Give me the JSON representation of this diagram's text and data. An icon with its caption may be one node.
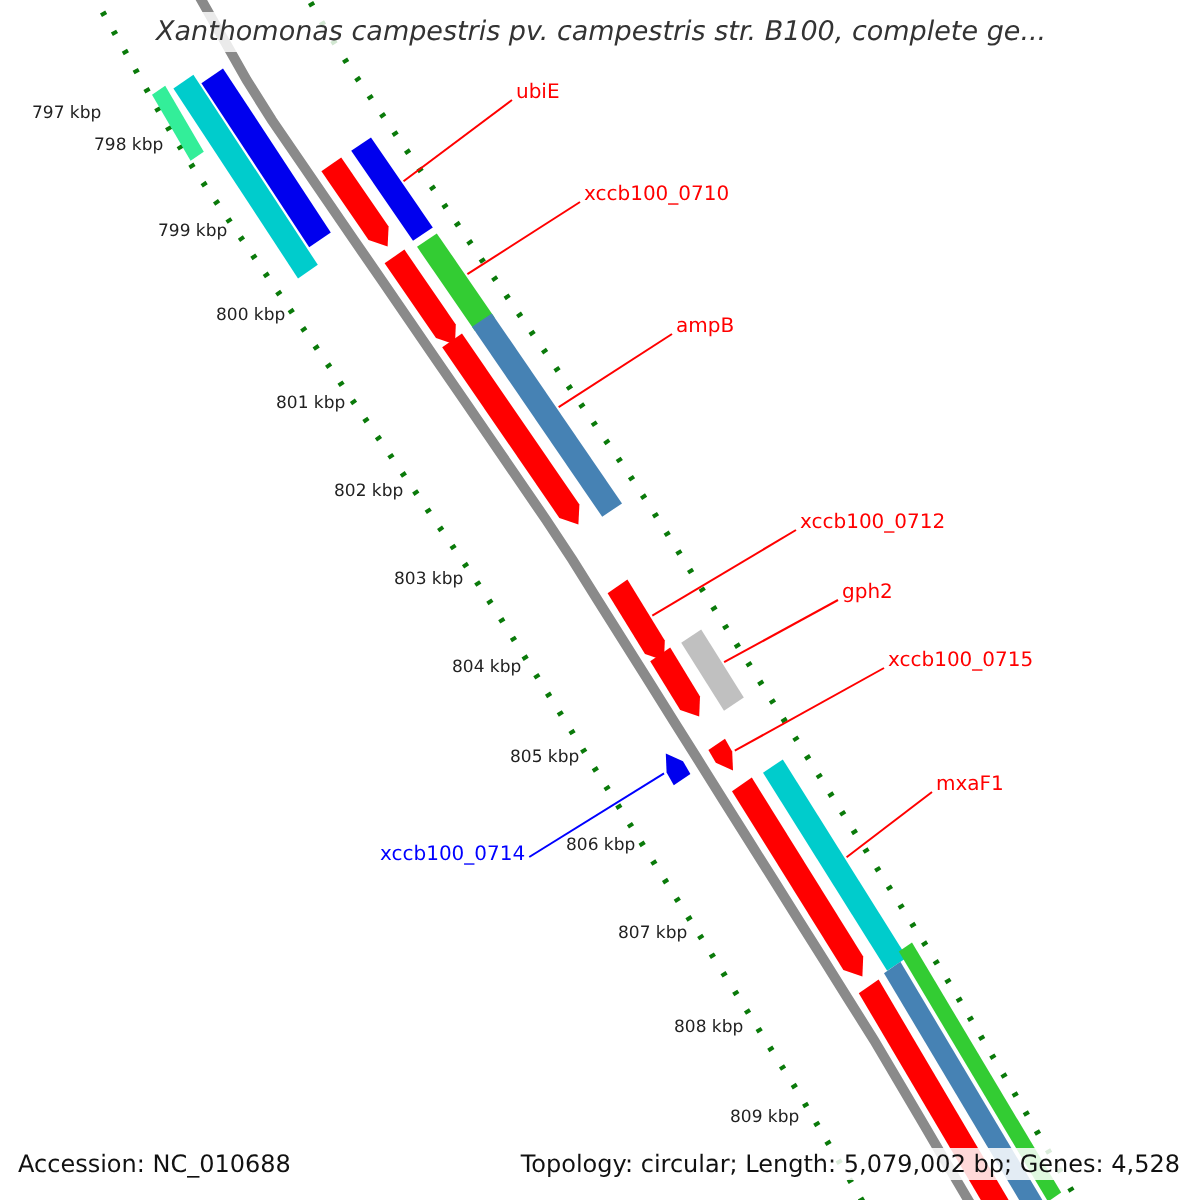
{
  "diagram": {
    "title": "Xanthomonas campestris pv. campestris str. B100, complete ge...",
    "nodes": [
      {
        "text": [
          "ubiE"
        ]
      },
      {
        "text": [
          "xccb100_0710"
        ]
      },
      {
        "text": [
          "ampB"
        ]
      },
      {
        "text": [
          "xccb100_0712"
        ]
      },
      {
        "text": [
          "gph2"
        ]
      },
      {
        "text": [
          "xccb100_0715"
        ]
      },
      {
        "text": [
          "mxaF1"
        ]
      },
      {
        "text": [
          "xccb100_0714"
        ]
      },
      {
        "text": [],
        "shape": "bar"
      },
      {
        "text": [],
        "shape": "bar"
      },
      {
        "text": [],
        "shape": "bar"
      },
      {
        "text": [],
        "shape": "bar"
      },
      {
        "text": [],
        "shape": "bar"
      },
      {
        "text": [],
        "shape": "bar"
      },
      {
        "text": [],
        "shape": "bar"
      },
      {
        "text": [],
        "shape": "bar"
      },
      {
        "text": [],
        "shape": "bar"
      },
      {
        "text": [],
        "shape": "bar"
      },
      {
        "text": [],
        "shape": "bar"
      },
      {
        "text": [],
        "shape": "bar"
      },
      {
        "text": [],
        "shape": "bar"
      },
      {
        "text": [],
        "shape": "bar"
      },
      {
        "text": [],
        "shape": "bar"
      },
      {
        "text": [],
        "shape": "bar"
      },
      {
        "text": [],
        "shape": "bar"
      },
      {
        "text": [],
        "shape": "bar"
      },
      {
        "text": [],
        "shape": "bar"
      }
    ],
    "edges": [
      {
        "from": 0,
        "to": 8,
        "arrow": "none"
      },
      {
        "from": 1,
        "to": 9,
        "arrow": "none"
      },
      {
        "from": 2,
        "to": 10,
        "arrow": "none"
      },
      {
        "from": 3,
        "to": 11,
        "arrow": "none"
      },
      {
        "from": 4,
        "to": 12,
        "arrow": "none"
      },
      {
        "from": 5,
        "to": 13,
        "arrow": "none"
      },
      {
        "from": 6,
        "to": 14,
        "arrow": "none"
      },
      {
        "from": 7,
        "to": 15,
        "arrow": "none",
        "color": "#0000ff"
      }
    ],
    "labels": [
      "797 kbp",
      "798 kbp",
      "799 kbp",
      "800 kbp",
      "801 kbp",
      "802 kbp",
      "803 kbp",
      "804 kbp",
      "805 kbp",
      "806 kbp",
      "807 kbp",
      "808 kbp",
      "809 kbp",
      "Accession: NC_010688",
      "Topology: circular; Length: 5,079,002 bp; Genes: 4,528"
    ]
  }
}
